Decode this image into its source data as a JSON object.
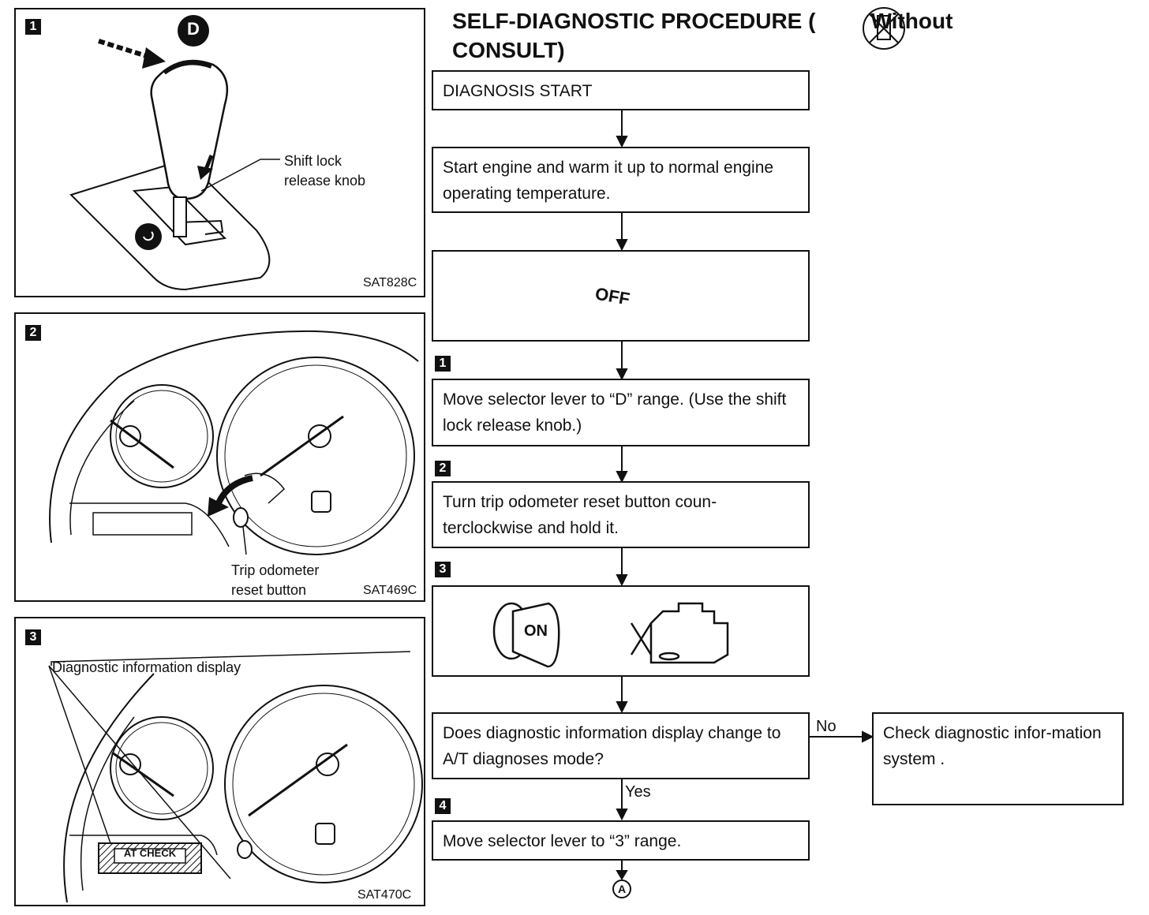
{
  "title": {
    "line1_prefix": "SELF-DIAGNOSTIC PROCEDURE (",
    "line1_suffix": "Without",
    "line2": "CONSULT)",
    "icon": "no-consult-icon"
  },
  "panels": [
    {
      "step": "1",
      "code": "SAT828C",
      "label": "Shift lock release knob",
      "label_line1": "Shift lock",
      "label_line2": "release knob",
      "marker": "D"
    },
    {
      "step": "2",
      "code": "SAT469C",
      "label_line1": "Trip odometer",
      "label_line2": "reset button"
    },
    {
      "step": "3",
      "code": "SAT470C",
      "label": "Diagnostic information display",
      "display_text": "AT CHECK"
    }
  ],
  "flow": {
    "start": "DIAGNOSIS START",
    "warmup": "Start engine and warm it up to normal engine operating temperature.",
    "ignition_off": "OFF",
    "step1_badge": "1",
    "step1": "Move selector lever to “D” range. (Use the shift lock release knob.)",
    "step2_badge": "2",
    "step2": "Turn trip odometer reset button coun-terclockwise and hold it.",
    "step3_badge": "3",
    "ignition_on": "ON",
    "question": "Does diagnostic information display change to A/T diagnoses mode?",
    "no_label": "No",
    "no_action": "Check diagnostic infor-mation system .",
    "yes_label": "Yes",
    "step4_badge": "4",
    "step4": "Move selector lever to “3” range.",
    "connector": "A"
  }
}
